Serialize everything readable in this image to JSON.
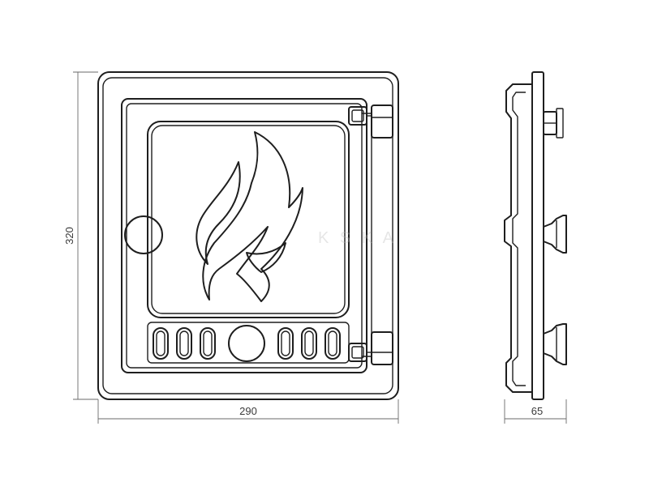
{
  "drawing": {
    "dimensions": {
      "height": "320",
      "width": "290",
      "depth": "65"
    },
    "watermark": "K S   K A"
  }
}
